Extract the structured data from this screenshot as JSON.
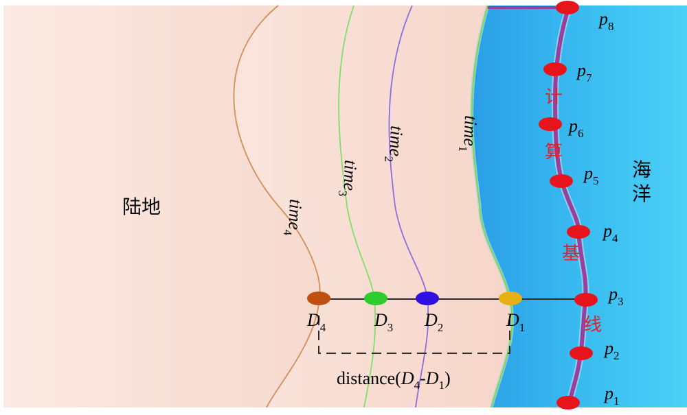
{
  "labels": {
    "land": "陆地",
    "ocean": "海洋",
    "baseline_chars": [
      "计",
      "算",
      "基",
      "线"
    ],
    "distance": {
      "prefix": "distance(",
      "a_main": "D",
      "a_sub": "4",
      "dash": "-",
      "b_main": "D",
      "b_sub": "1",
      "suffix": ")"
    }
  },
  "time_lines": [
    {
      "main": "time",
      "sub": "1",
      "color": "#9acd32"
    },
    {
      "main": "time",
      "sub": "2",
      "color": "#8a6ee0"
    },
    {
      "main": "time",
      "sub": "3",
      "color": "#7ee06a"
    },
    {
      "main": "time",
      "sub": "4",
      "color": "#d0905a"
    }
  ],
  "intersection_points": [
    {
      "main": "D",
      "sub": "4",
      "color": "#c0500f"
    },
    {
      "main": "D",
      "sub": "3",
      "color": "#2ecc2e"
    },
    {
      "main": "D",
      "sub": "2",
      "color": "#3010e0"
    },
    {
      "main": "D",
      "sub": "1",
      "color": "#e6b010"
    }
  ],
  "baseline_points": [
    {
      "main": "p",
      "sub": "8"
    },
    {
      "main": "p",
      "sub": "7"
    },
    {
      "main": "p",
      "sub": "6"
    },
    {
      "main": "p",
      "sub": "5"
    },
    {
      "main": "p",
      "sub": "4"
    },
    {
      "main": "p",
      "sub": "3"
    },
    {
      "main": "p",
      "sub": "2"
    },
    {
      "main": "p",
      "sub": "1"
    }
  ],
  "colors": {
    "land": "#f6d6cb",
    "ocean": "#38c0f0",
    "baseline": "#9b3f9e",
    "baseline_point": "#e8141c",
    "transect": "#2a2a2a"
  }
}
